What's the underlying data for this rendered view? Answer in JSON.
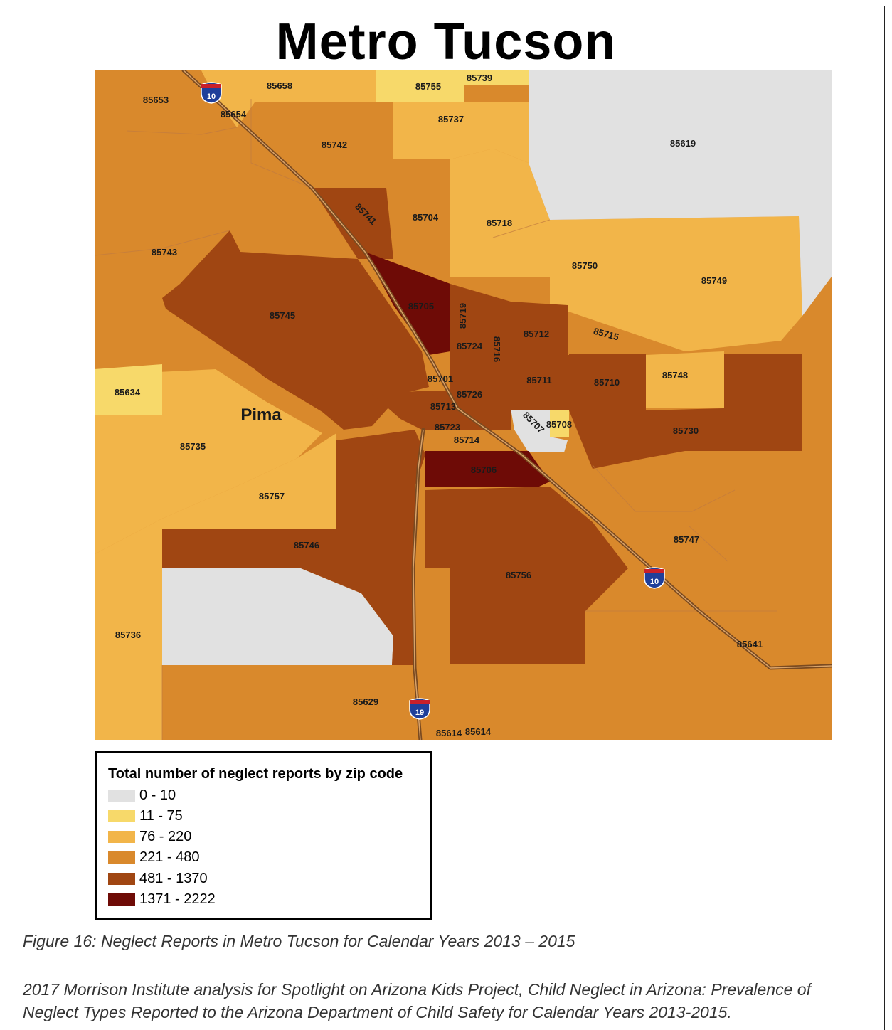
{
  "title": "Metro Tucson",
  "colors": {
    "class_0_10": "#e1e1e1",
    "class_11_75": "#f7d96a",
    "class_76_220": "#f2b549",
    "class_221_480": "#d9892c",
    "class_481_1370": "#a04612",
    "class_1371_2222": "#6e0b06",
    "highway": "#7a4a20",
    "shield_blue": "#1f3f9a",
    "shield_red": "#c8202a"
  },
  "map": {
    "place_label": "Pima",
    "highways": [
      "10",
      "10",
      "19"
    ],
    "zip_labels": [
      "85653",
      "85658",
      "85755",
      "85739",
      "85654",
      "85737",
      "85619",
      "85742",
      "85741",
      "85704",
      "85718",
      "85743",
      "85750",
      "85749",
      "85705",
      "85745",
      "85719",
      "85712",
      "85715",
      "85724",
      "85716",
      "85701",
      "85711",
      "85710",
      "85748",
      "85634",
      "85726",
      "85713",
      "85707",
      "85708",
      "85730",
      "85723",
      "85735",
      "85714",
      "85706",
      "85757",
      "85747",
      "85746",
      "85756",
      "85736",
      "85641",
      "85629",
      "85614",
      "85614"
    ]
  },
  "legend": {
    "title": "Total number of neglect reports by zip code",
    "items": [
      {
        "label": "0 - 10",
        "color": "#e1e1e1"
      },
      {
        "label": "11 - 75",
        "color": "#f7d96a"
      },
      {
        "label": "76 - 220",
        "color": "#f2b549"
      },
      {
        "label": "221 - 480",
        "color": "#d9892c"
      },
      {
        "label": "481 - 1370",
        "color": "#a04612"
      },
      {
        "label": "1371 - 2222",
        "color": "#6e0b06"
      }
    ]
  },
  "caption": "Figure 16: Neglect Reports in Metro Tucson for Calendar Years 2013 – 2015",
  "source": "2017 Morrison Institute analysis for Spotlight on Arizona Kids Project, Child Neglect in Arizona: Prevalence of Neglect Types Reported to the Arizona Department of Child Safety for Calendar Years 2013-2015."
}
